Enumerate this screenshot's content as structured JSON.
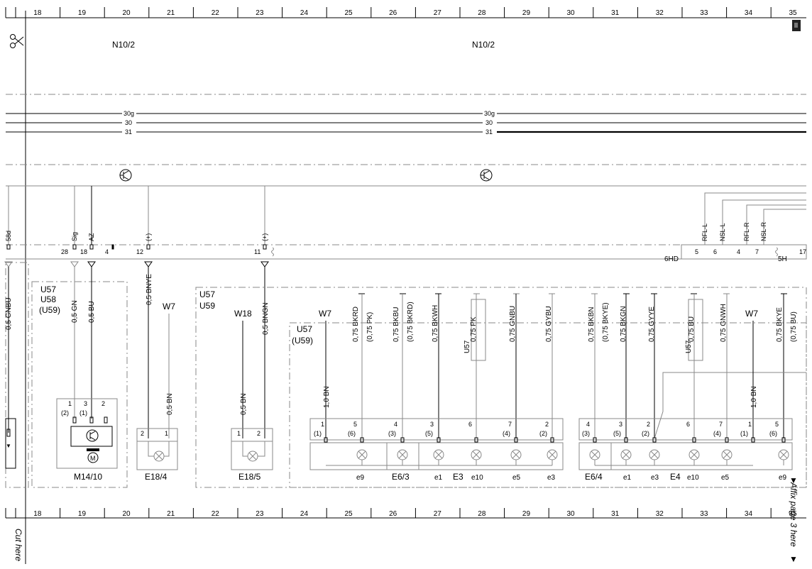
{
  "ruler": {
    "top": [
      "18",
      "19",
      "20",
      "21",
      "22",
      "23",
      "24",
      "25",
      "26",
      "27",
      "28",
      "29",
      "30",
      "31",
      "32",
      "33",
      "34",
      "35"
    ],
    "bottom": [
      "18",
      "19",
      "20",
      "21",
      "22",
      "23",
      "24",
      "25",
      "26",
      "27",
      "28",
      "29",
      "30",
      "31",
      "32",
      "33",
      "34",
      "35"
    ]
  },
  "modules": {
    "left": "N10/2",
    "right": "N10/2"
  },
  "bus": {
    "left": [
      "30g",
      "30",
      "31"
    ],
    "right": [
      "30g",
      "30",
      "31"
    ]
  },
  "signals_left": [
    "58d",
    "Sig",
    "AZ",
    "(+)",
    "(+)"
  ],
  "pins_left": [
    "28",
    "18",
    "4",
    "12",
    "11"
  ],
  "right_connector": {
    "signals": [
      "RFL-L",
      "NSL-L",
      "RFL-R",
      "NSL-R"
    ],
    "pins": [
      "5",
      "6",
      "4",
      "7",
      "17"
    ],
    "name": "6HD",
    "sub": "5H"
  },
  "groups": {
    "g1": [
      "U57",
      "U58",
      "(U59)"
    ],
    "g2": [
      "U57",
      "U59"
    ],
    "g3": [
      "U57",
      "(U59)"
    ]
  },
  "wire_labels": {
    "w_gnbu": "0,5 GNBU",
    "w_gn": "0,5 GN",
    "w_bu": "0,5 BU",
    "w_bnye": "0,5 BNYE",
    "w7a": "W7",
    "w_bn1": "0,5 BN",
    "w18": "W18",
    "w_bngn": "0,5 BNGN",
    "w_bn2": "0,5 BN",
    "w7b": "W7",
    "w_bn3": "1,0 BN",
    "w7c": "W7",
    "w_bn4": "1,0 BN"
  },
  "lamp_wires": [
    {
      "main": "0,75 BKRD",
      "alt": "(0,75 PK)"
    },
    {
      "main": "0,75 BKBU",
      "alt": "(0,75 BKRD)"
    },
    {
      "main": "0,75 BKWH",
      "alt": ""
    },
    {
      "main": "0,75 PK",
      "alt": "U57"
    },
    {
      "main": "0,75 GNBU",
      "alt": ""
    },
    {
      "main": "0,75 GYBU",
      "alt": ""
    },
    {
      "main": "0,75 BKBN",
      "alt": "(0,75 BKYE)"
    },
    {
      "main": "0,75 BKGN",
      "alt": ""
    },
    {
      "main": "0,75 GYYE",
      "alt": ""
    },
    {
      "main": "0,75 BU",
      "alt": "U57"
    },
    {
      "main": "0,75 GNWH",
      "alt": ""
    },
    {
      "main": "0,75 BKYE",
      "alt": "(0,75 BU)"
    }
  ],
  "motor": {
    "pins": [
      "1",
      "3",
      "2"
    ],
    "pins_alt": [
      "(2)",
      "(1)"
    ],
    "name": "M14/10",
    "m": "M"
  },
  "e18_4": {
    "pins": [
      "2",
      "1"
    ],
    "name": "E18/4"
  },
  "e18_5": {
    "pins": [
      "1",
      "2"
    ],
    "name": "E18/5"
  },
  "e3": {
    "pins": [
      "1",
      "5",
      "4",
      "3",
      "6",
      "7",
      "2"
    ],
    "pins_alt": [
      "(1)",
      "(6)",
      "(3)",
      "(5)",
      "(4)",
      "(2)"
    ],
    "lamps": [
      "e9",
      "E6/3",
      "e1",
      "E3",
      "e10",
      "e5",
      "e3"
    ]
  },
  "e4": {
    "pins": [
      "4",
      "3",
      "2",
      "6",
      "7",
      "1",
      "5"
    ],
    "pins_alt": [
      "(3)",
      "(5)",
      "(2)",
      "(4)",
      "(1)",
      "(6)"
    ],
    "lamps": [
      "E6/4",
      "e1",
      "e3",
      "E4",
      "e10",
      "e5",
      "e9"
    ]
  },
  "margin": {
    "cut": "Cut here",
    "affix": "Affix page 3 here"
  }
}
